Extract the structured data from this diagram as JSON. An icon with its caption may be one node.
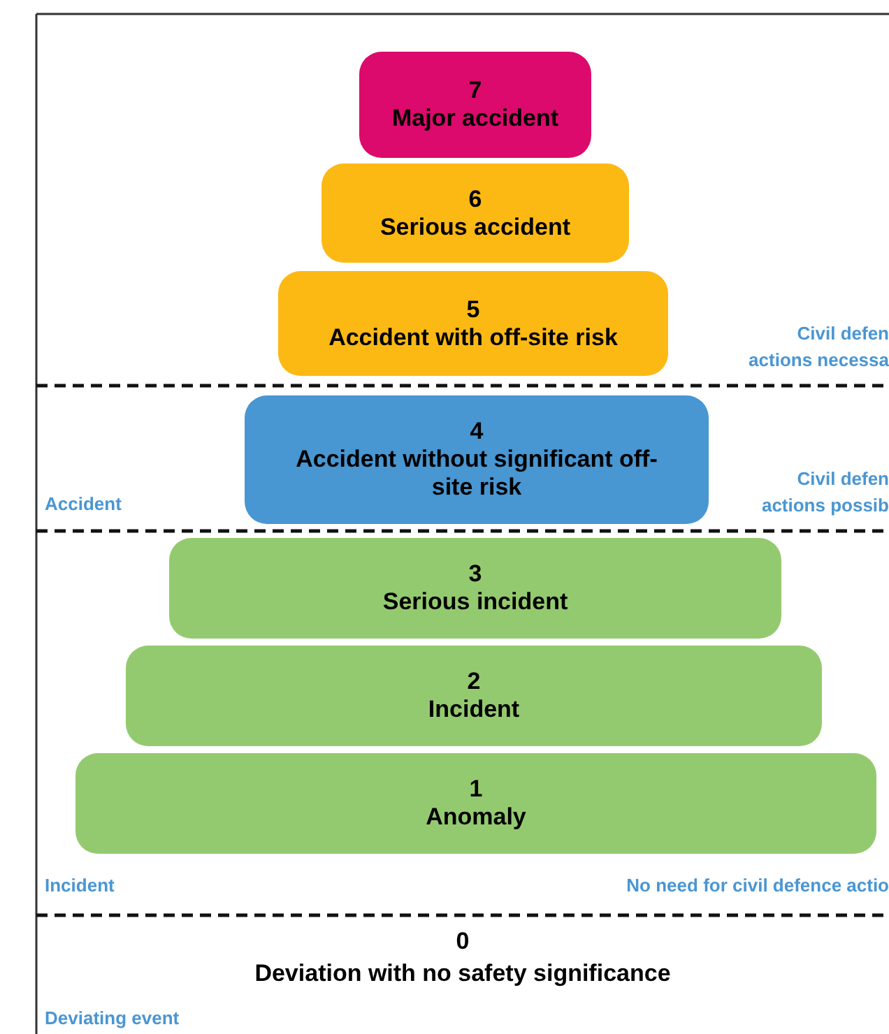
{
  "diagram": {
    "nodes": [
      {
        "text": [
          "7",
          "Major accident"
        ]
      },
      {
        "text": [
          "6",
          "Serious accident"
        ]
      },
      {
        "text": [
          "5",
          "Accident with off-site risk"
        ]
      },
      {
        "text": [
          "4",
          "Accident without significant off-site risk"
        ]
      },
      {
        "text": [
          "3",
          "Serious incident"
        ]
      },
      {
        "text": [
          "2",
          "Incident"
        ]
      },
      {
        "text": [
          "1",
          "Anomaly"
        ]
      }
    ],
    "edges": [],
    "labels": [
      "Civil defen actions necessa",
      "Accident",
      "Civil defen actions possib",
      "Incident",
      "No need for civil defence actio",
      "0",
      "Deviation with no safety significance",
      "Deviating event"
    ]
  }
}
